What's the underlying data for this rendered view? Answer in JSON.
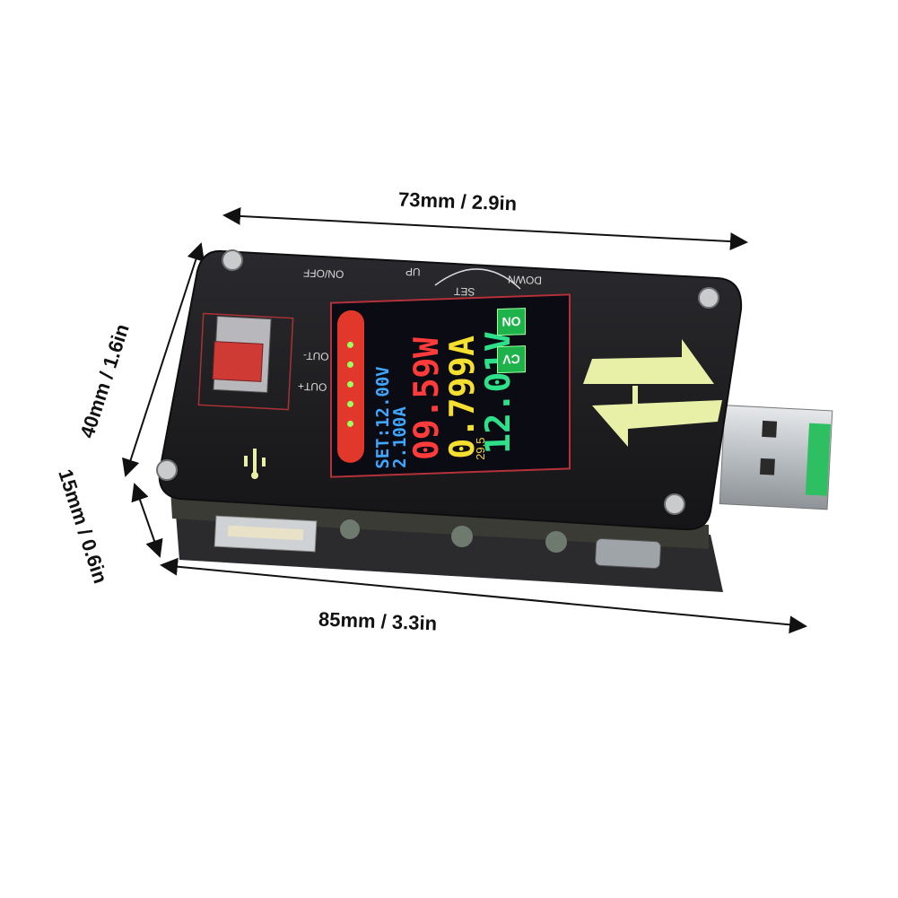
{
  "dimensions": {
    "width_label": "73mm / 2.9in",
    "height_label": "40mm / 1.6in",
    "depth_label": "15mm / 0.6in",
    "length_label": "85mm / 3.3in"
  },
  "device": {
    "silkscreen": {
      "on_off": "ON/OFF",
      "up": "UP",
      "set": "SET",
      "down": "DOWN",
      "out_minus": "OUT-",
      "out_plus": "OUT+"
    },
    "display": {
      "voltage": "12.01V",
      "current": "0.799A",
      "power": "09.59W",
      "set_line": "SET:12.00V 2.100A",
      "output_state": "ON",
      "mode": "CV",
      "temperature": "29.5"
    },
    "logo": "USB"
  },
  "colors": {
    "board": "#1f1f22",
    "voltage": "#2fe08a",
    "current": "#f5e030",
    "power": "#ff3b3b",
    "set": "#3fa7ff",
    "badge": "#1db34a",
    "battery": "#e2382b",
    "logo": "#e8f0a8",
    "usb_plug": "#c8ccd1",
    "usb_tongue": "#2fbf63"
  }
}
